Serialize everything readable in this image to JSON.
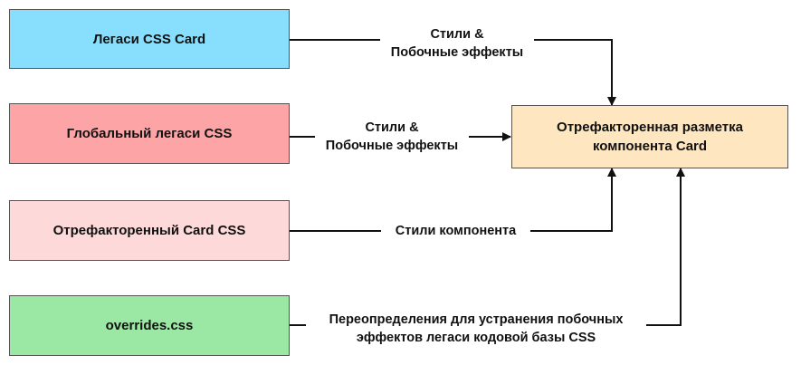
{
  "nodes": {
    "legacy_card_css": {
      "label": "Легаси CSS Card",
      "color": "#87dffd"
    },
    "global_legacy_css": {
      "label": "Глобальный легаси CSS",
      "color": "#fda5a6"
    },
    "refactored_card_css": {
      "label": "Отрефакторенный Card CSS",
      "color": "#fdd9d9"
    },
    "overrides_css": {
      "label": "overrides.css",
      "color": "#9be8a4"
    },
    "refactored_markup": {
      "line1": "Отрефакторенная разметка",
      "line2": "компонента Card",
      "color": "#fde6c0"
    }
  },
  "edges": {
    "legacy_card": {
      "line1": "Стили &",
      "line2": "Побочные эффекты"
    },
    "global_legacy": {
      "line1": "Стили &",
      "line2": "Побочные эффекты"
    },
    "refactored_card": {
      "line1": "Стили компонента"
    },
    "overrides": {
      "line1": "Переопределения для устранения побочных",
      "line2": "эффектов легаси кодовой базы CSS"
    }
  }
}
